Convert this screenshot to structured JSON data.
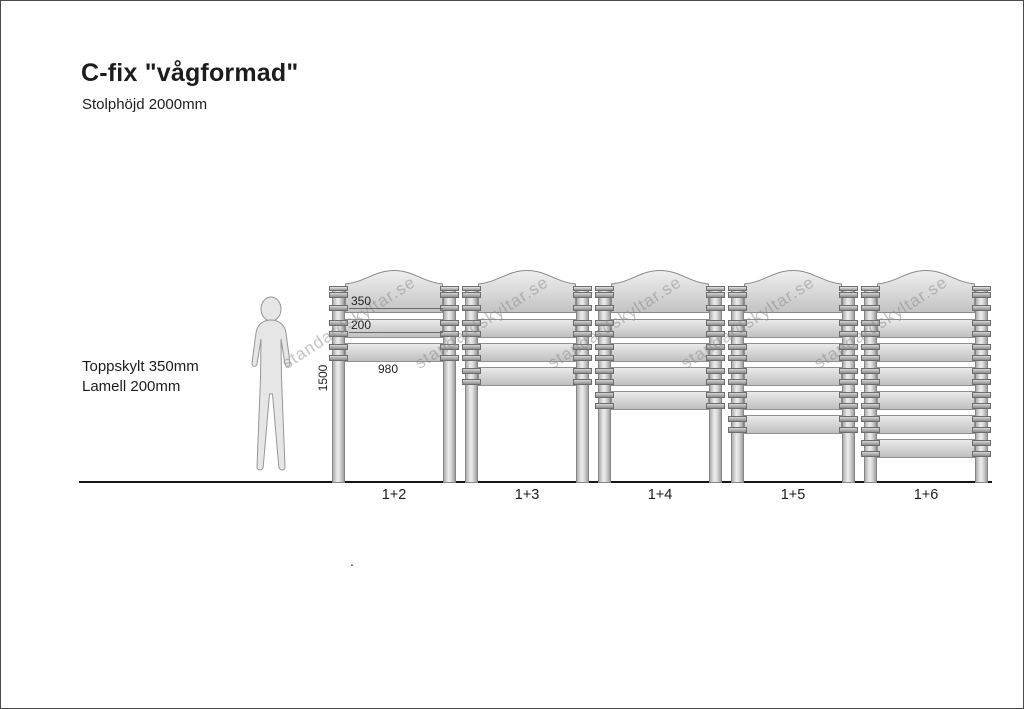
{
  "header": {
    "title": "C-fix \"vågformad\"",
    "subtitle": "Stolphöjd 2000mm"
  },
  "side_note": {
    "line1": "Toppskylt 350mm",
    "line2": "Lamell 200mm"
  },
  "dimensions": {
    "top_sign_height": "350",
    "lamell_height": "200",
    "sign_width": "980",
    "post_clear_height": "1500"
  },
  "assemblies": [
    {
      "label": "1+2",
      "lamell_count": 2
    },
    {
      "label": "1+3",
      "lamell_count": 3
    },
    {
      "label": "1+4",
      "lamell_count": 4
    },
    {
      "label": "1+5",
      "lamell_count": 5
    },
    {
      "label": "1+6",
      "lamell_count": 6
    }
  ],
  "watermark": {
    "text": "standardskyltar.se"
  },
  "stray_dot": ".",
  "colors": {
    "panel_light": "#eaeaea",
    "panel_dark": "#c0c0c0",
    "post_border": "#868686",
    "ground_line": "#161616",
    "watermark_gray": "#878787"
  }
}
